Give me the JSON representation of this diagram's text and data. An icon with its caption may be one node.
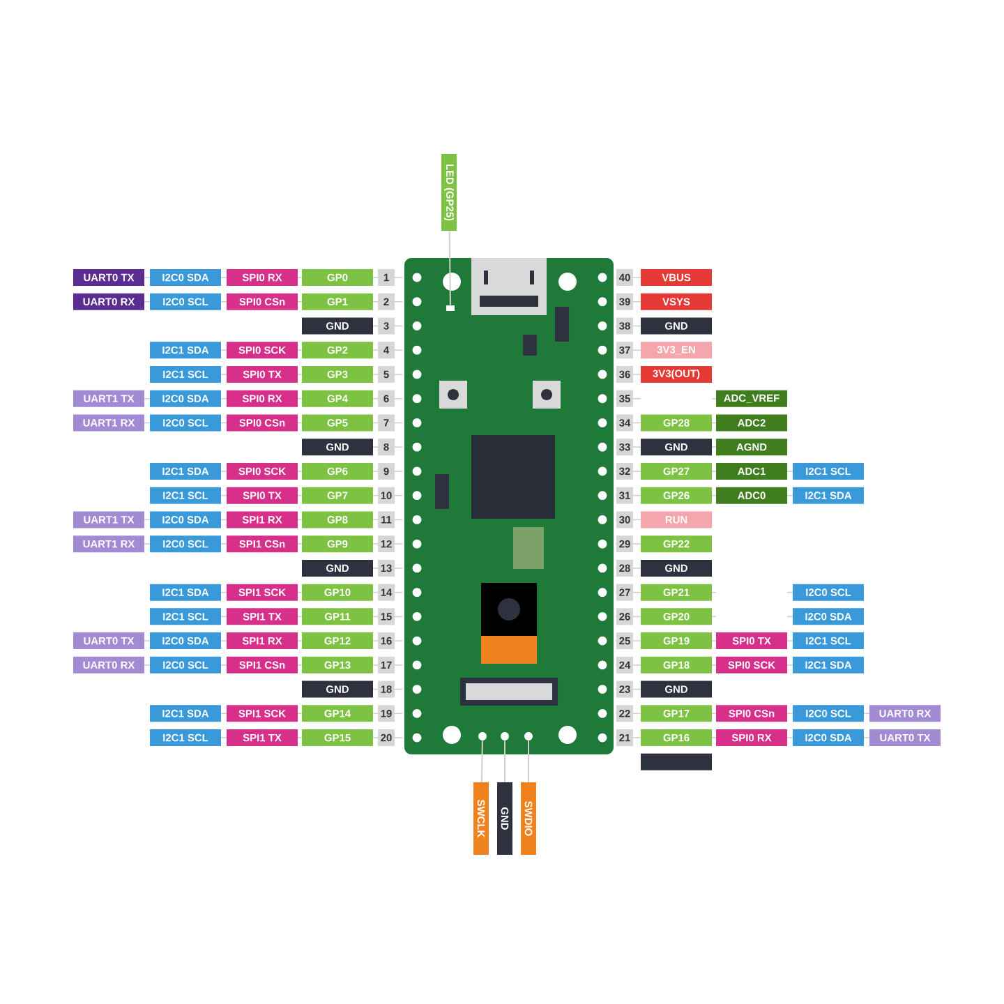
{
  "diagram": {
    "nodes": [
      {
        "text": [
          "LED (GP25)"
        ]
      },
      {
        "text": [],
        "shape": "box"
      },
      {
        "text": [
          "SWCLK"
        ]
      },
      {
        "text": [
          "GND"
        ]
      },
      {
        "text": [
          "SWDIO"
        ]
      },
      {
        "text": [],
        "shape": "circle"
      },
      {
        "text": [],
        "shape": "circle"
      },
      {
        "text": [],
        "shape": "circle"
      }
    ],
    "edges": [
      {
        "from": 0,
        "to": 1,
        "arrow": "none"
      },
      {
        "from": 2,
        "to": 5,
        "arrow": "none"
      },
      {
        "from": 3,
        "to": 6,
        "arrow": "none"
      },
      {
        "from": 4,
        "to": 7,
        "arrow": "none"
      }
    ],
    "labels": [
      "UART0 TX",
      "I2C0 SDA",
      "SPI0 RX",
      "GP0",
      "1",
      "40",
      "VBUS",
      "UART0 RX",
      "I2C0 SCL",
      "SPI0 CSn",
      "GP1",
      "2",
      "39",
      "VSYS",
      "GND",
      "3",
      "38",
      "GND",
      "I2C1 SDA",
      "SPI0 SCK",
      "GP2",
      "4",
      "37",
      "3V3_EN",
      "I2C1 SCL",
      "SPI0 TX",
      "GP3",
      "5",
      "36",
      "3V3(OUT)",
      "UART1 TX",
      "I2C0 SDA",
      "SPI0 RX",
      "GP4",
      "6",
      "35",
      "ADC_VREF",
      "UART1 RX",
      "I2C0 SCL",
      "SPI0 CSn",
      "GP5",
      "7",
      "34",
      "GP28",
      "ADC2",
      "GND",
      "8",
      "33",
      "GND",
      "AGND",
      "I2C1 SDA",
      "SPI0 SCK",
      "GP6",
      "9",
      "32",
      "GP27",
      "ADC1",
      "I2C1 SCL",
      "I2C1 SCL",
      "SPI0 TX",
      "GP7",
      "10",
      "31",
      "GP26",
      "ADC0",
      "I2C1 SDA",
      "UART1 TX",
      "I2C0 SDA",
      "SPI1 RX",
      "GP8",
      "11",
      "30",
      "RUN",
      "UART1 RX",
      "I2C0 SCL",
      "SPI1 CSn",
      "GP9",
      "12",
      "29",
      "GP22",
      "GND",
      "13",
      "28",
      "GND",
      "I2C1 SDA",
      "SPI1 SCK",
      "GP10",
      "14",
      "27",
      "GP21",
      "I2C0 SCL",
      "I2C1 SCL",
      "SPI1 TX",
      "GP11",
      "15",
      "26",
      "GP20",
      "I2C0 SDA",
      "UART0 TX",
      "I2C0 SDA",
      "SPI1 RX",
      "GP12",
      "16",
      "25",
      "GP19",
      "SPI0 TX",
      "I2C1 SCL",
      "UART0 RX",
      "I2C0 SCL",
      "SPI1 CSn",
      "GP13",
      "17",
      "24",
      "GP18",
      "SPI0 SCK",
      "I2C1 SDA",
      "GND",
      "18",
      "23",
      "GND",
      "I2C1 SDA",
      "SPI1 SCK",
      "GP14",
      "19",
      "22",
      "GP17",
      "SPI0 CSn",
      "I2C0 SCL",
      "UART0 RX",
      "I2C1 SCL",
      "SPI1 TX",
      "GP15",
      "20",
      "21",
      "GP16",
      "SPI0 RX",
      "I2C0 SDA",
      "UART0 TX"
    ]
  }
}
